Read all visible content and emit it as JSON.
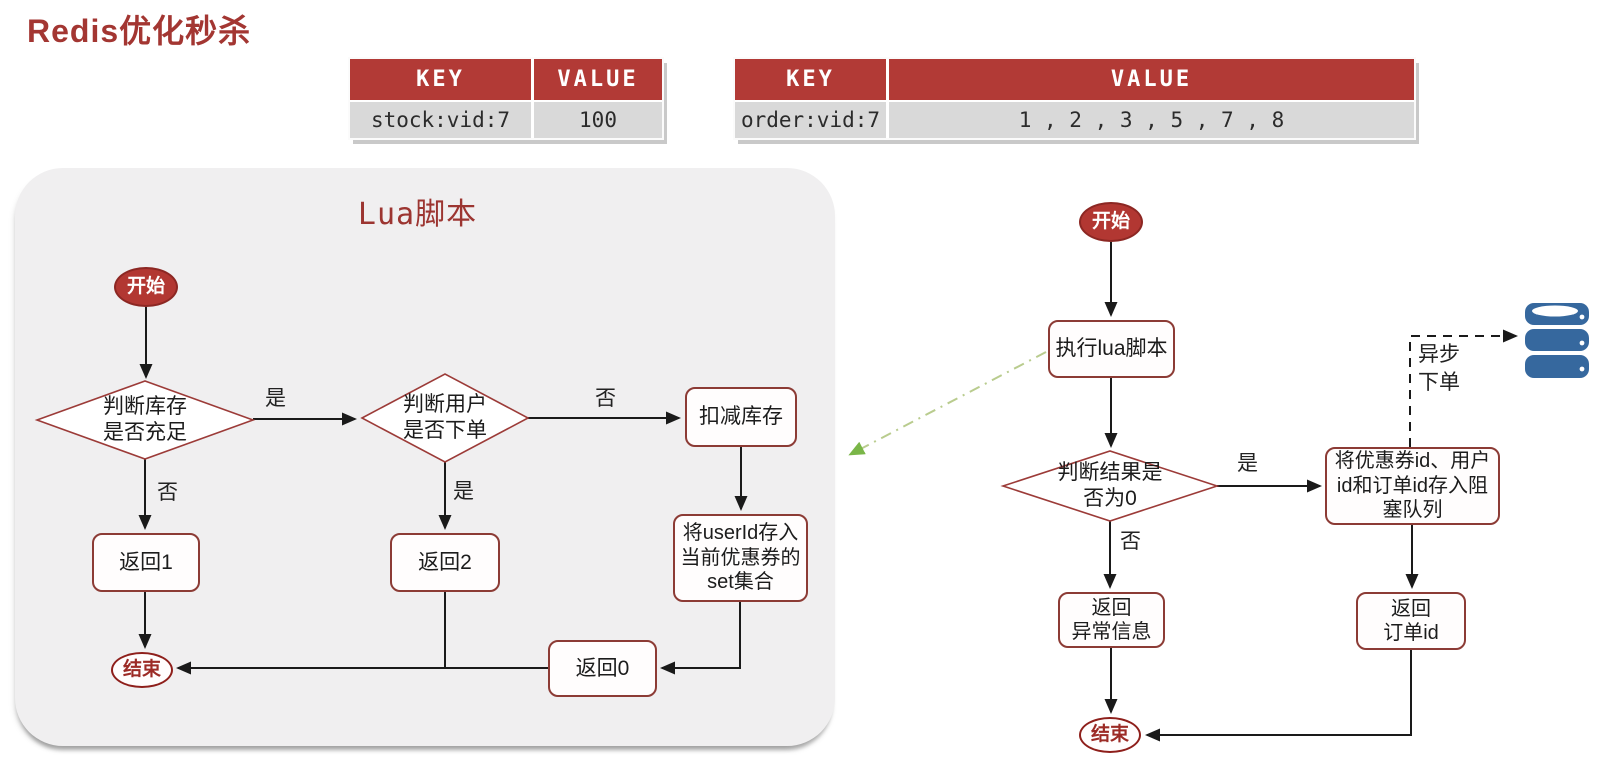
{
  "page": {
    "title": "Redis优化秒杀"
  },
  "tables": [
    {
      "headers": [
        "KEY",
        "VALUE"
      ],
      "rows": [
        [
          "stock:vid:7",
          "100"
        ]
      ]
    },
    {
      "headers": [
        "KEY",
        "VALUE"
      ],
      "rows": [
        [
          "order:vid:7",
          "1 , 2 , 3 , 5 , 7 , 8"
        ]
      ]
    }
  ],
  "lua_panel": {
    "title": "Lua脚本"
  },
  "lua_flow": {
    "start": "开始",
    "check_stock": "判断库存\n是否充足",
    "check_user": "判断用户\n是否下单",
    "deduct_stock": "扣减库存",
    "return1": "返回1",
    "return2": "返回2",
    "save_user": "将userId存入\n当前优惠券的\nset集合",
    "return0": "返回0",
    "end": "结束",
    "labels": {
      "yes1": "是",
      "no1": "否",
      "no2": "否",
      "yes2": "是"
    }
  },
  "main_flow": {
    "start": "开始",
    "exec_lua": "执行lua脚本",
    "check_result": "判断结果是\n否为0",
    "save_queue": "将优惠券id、用户\nid和订单id存入阻\n塞队列",
    "return_error": "返回\n异常信息",
    "return_order": "返回\n订单id",
    "end": "结束",
    "labels": {
      "yes": "是",
      "no": "否"
    },
    "async_label": "异步\n下单"
  },
  "icons": {
    "database": "database-icon"
  },
  "colors": {
    "accent_red": "#b23a36",
    "title_red": "#a33632",
    "node_border_red": "#8c3b35",
    "panel_gray": "#f0eff0",
    "table_row_gray": "#d9d9d9",
    "db_blue": "#36689e",
    "green_arrow": "#7ab648"
  }
}
